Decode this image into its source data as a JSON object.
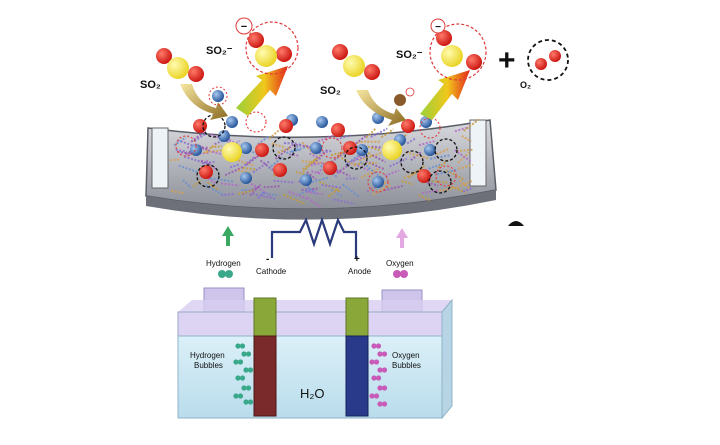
{
  "top_panel": {
    "molecule_left": "SO₂",
    "molecule_left_ion": "SO₂⁻",
    "molecule_mid": "SO₂",
    "molecule_right_ion": "SO₂⁻",
    "plus_sign": "+",
    "oxygen_product": "O₂",
    "ion_charge": "−"
  },
  "bottom_panel": {
    "hydrogen_label": "Hydrogen",
    "oxygen_label": "Oxygen",
    "cathode_label": "Cathode",
    "cathode_sign": "-",
    "anode_label": "Anode",
    "anode_sign": "+",
    "hydrogen_bubbles_line1": "Hydrogen",
    "hydrogen_bubbles_line2": "Bubbles",
    "oxygen_bubbles_line1": "Oxygen",
    "oxygen_bubbles_line2": "Bubbles",
    "water_label": "H₂O"
  },
  "colors": {
    "sulfur": "#f2e23a",
    "oxygen": "#e8261f",
    "electron": "#3a6fb5",
    "cathode": "#7a2a2a",
    "anode": "#2a3a8a",
    "electrode_top": "#8aa83a",
    "water": "#c9e6f2",
    "tray": "#b3b6bd",
    "hydrogen_bubble": "#3aa88a",
    "oxygen_bubble": "#c85ab8"
  }
}
